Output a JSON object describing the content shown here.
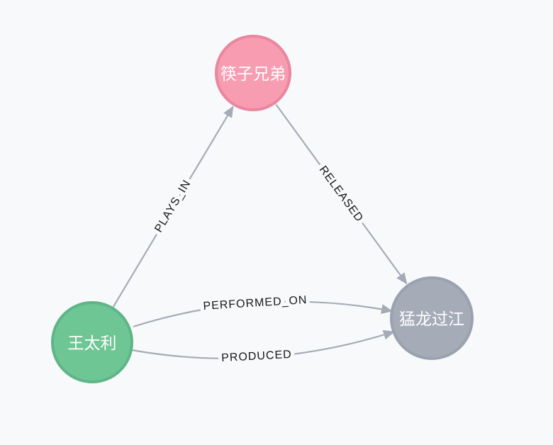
{
  "canvas": {
    "background": "#f8f9fb"
  },
  "graph": {
    "edge_color": "#a5abb6",
    "edge_label_color": "#17181a",
    "nodes": [
      {
        "label": "筷子兄弟",
        "fill": "#f79cb1",
        "border": "#e8879e",
        "text_color": "#ffffff"
      },
      {
        "label": "王太利",
        "fill": "#6fc695",
        "border": "#5fb587",
        "text_color": "#ffffff"
      },
      {
        "label": "猛龙过江",
        "fill": "#a5acb8",
        "border": "#9aa2af",
        "text_color": "#ffffff"
      }
    ],
    "relationships": [
      {
        "label": "PLAYS_IN",
        "from": "王太利",
        "to": "筷子兄弟"
      },
      {
        "label": "RELEASED",
        "from": "筷子兄弟",
        "to": "猛龙过江"
      },
      {
        "label": "PERFORMED_ON",
        "from": "王太利",
        "to": "猛龙过江"
      },
      {
        "label": "PRODUCED",
        "from": "王太利",
        "to": "猛龙过江"
      }
    ]
  }
}
